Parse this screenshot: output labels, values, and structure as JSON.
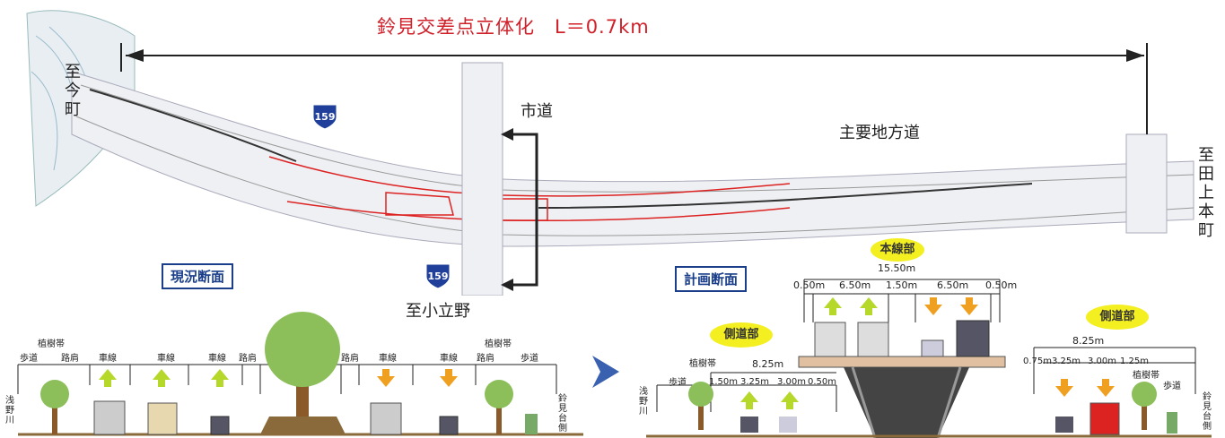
{
  "title": "鈴見交差点立体化　L＝0.7km",
  "places": {
    "imamachi": "至今町",
    "tagamihonmachi": "至田上本町",
    "kotachino": "至小立野",
    "shido": "市道",
    "shuyo_chihodo": "主要地方道"
  },
  "route_number": "159",
  "current_section": {
    "heading": "現況断面",
    "labels": [
      "植樹帯",
      "歩道",
      "路肩",
      "車線",
      "車線",
      "車線",
      "路肩",
      "路肩",
      "車線",
      "車線",
      "路肩",
      "植樹帯",
      "歩道"
    ],
    "left_river": "浅野川",
    "right_edge": "鈴見台側"
  },
  "plan_section": {
    "heading": "計画断面",
    "main_oval": "本線部",
    "side_oval_left": "側道部",
    "side_oval_right": "側道部",
    "main_total": "15.50m",
    "main_dims": [
      "0.50m",
      "6.50m",
      "1.50m",
      "6.50m",
      "0.50m"
    ],
    "left_total": "8.25m",
    "left_labels": [
      "植樹帯",
      "歩道"
    ],
    "left_dims": [
      "1.50m",
      "3.25m",
      "3.00m",
      "0.50m"
    ],
    "right_total": "8.25m",
    "right_dims": [
      "0.75m",
      "3.25m",
      "3.00m",
      "1.25m"
    ],
    "right_labels": [
      "植樹帯",
      "歩道"
    ],
    "left_river": "浅野川",
    "right_edge": "鈴見台側"
  },
  "colors": {
    "title_red": "#d0202a",
    "heading_blue": "#1a3e8a",
    "oval_yellow": "#f3ef20",
    "arrow_up": "#b5d82a",
    "arrow_down": "#f0a020",
    "route_shield": "#1f3f9a"
  }
}
